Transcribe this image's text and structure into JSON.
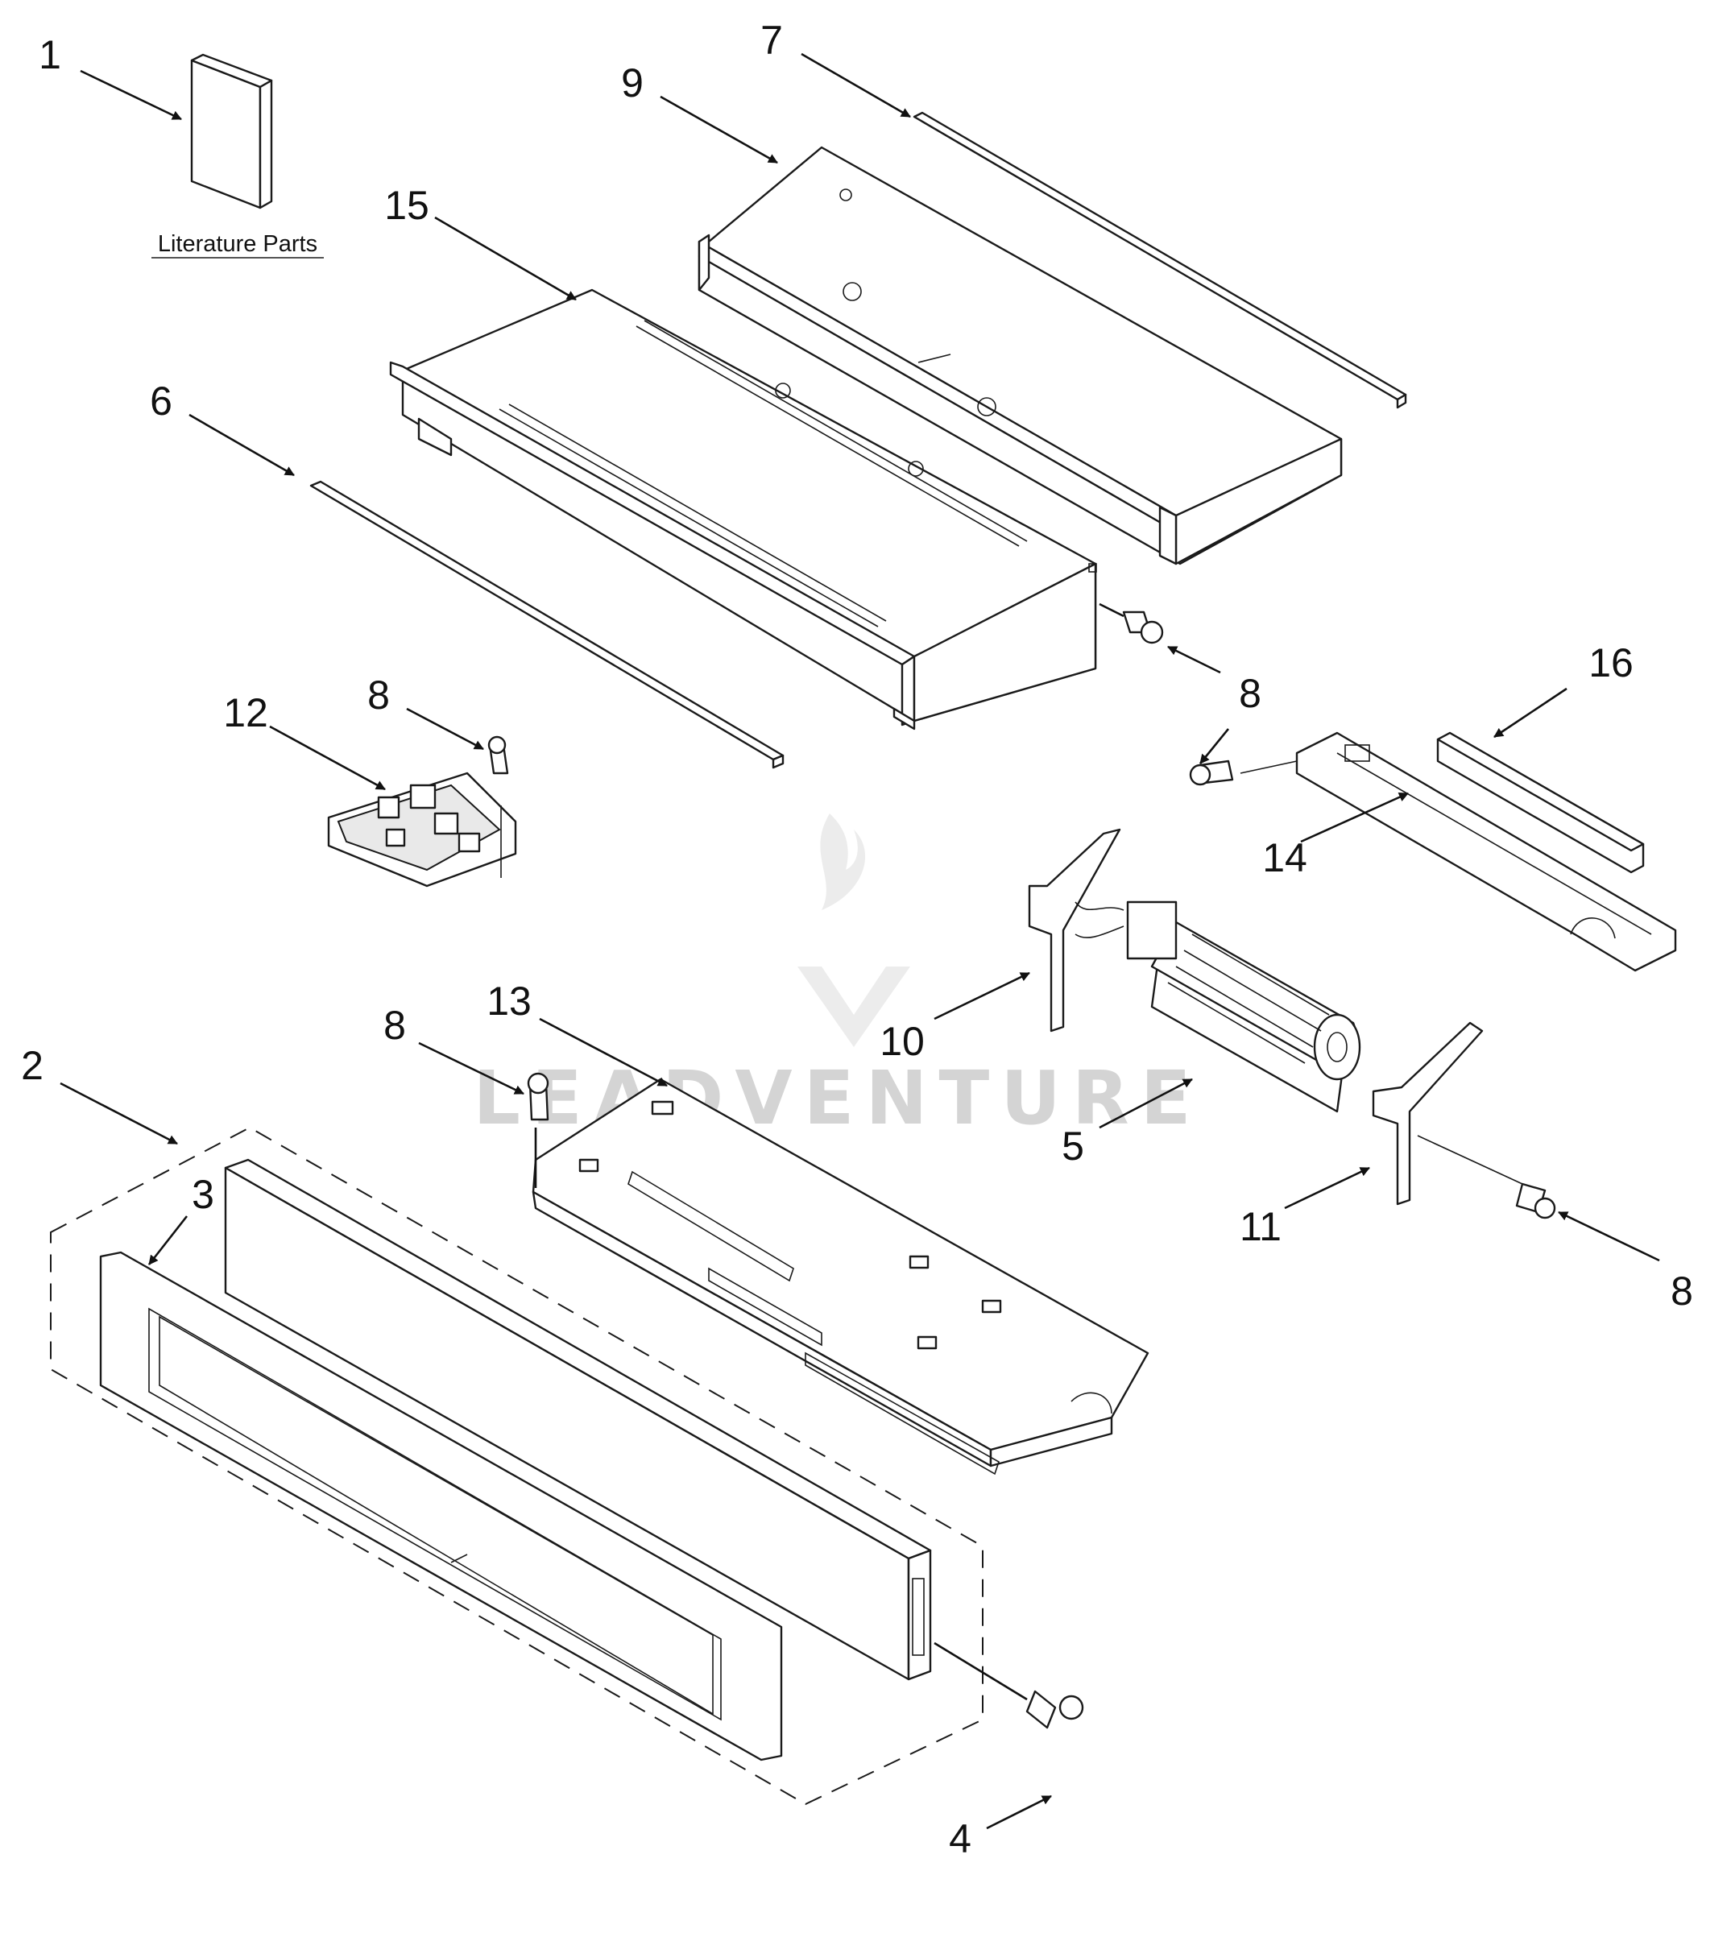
{
  "literature_label": "Literature Parts",
  "watermark": "LEADVENTURE",
  "callouts": {
    "c1": "1",
    "c2": "2",
    "c3": "3",
    "c4": "4",
    "c5": "5",
    "c6": "6",
    "c7": "7",
    "c8a": "8",
    "c8b": "8",
    "c8c": "8",
    "c8d": "8",
    "c9": "9",
    "c10": "10",
    "c11": "11",
    "c12": "12",
    "c13": "13",
    "c14": "14",
    "c15": "15",
    "c16": "16"
  }
}
